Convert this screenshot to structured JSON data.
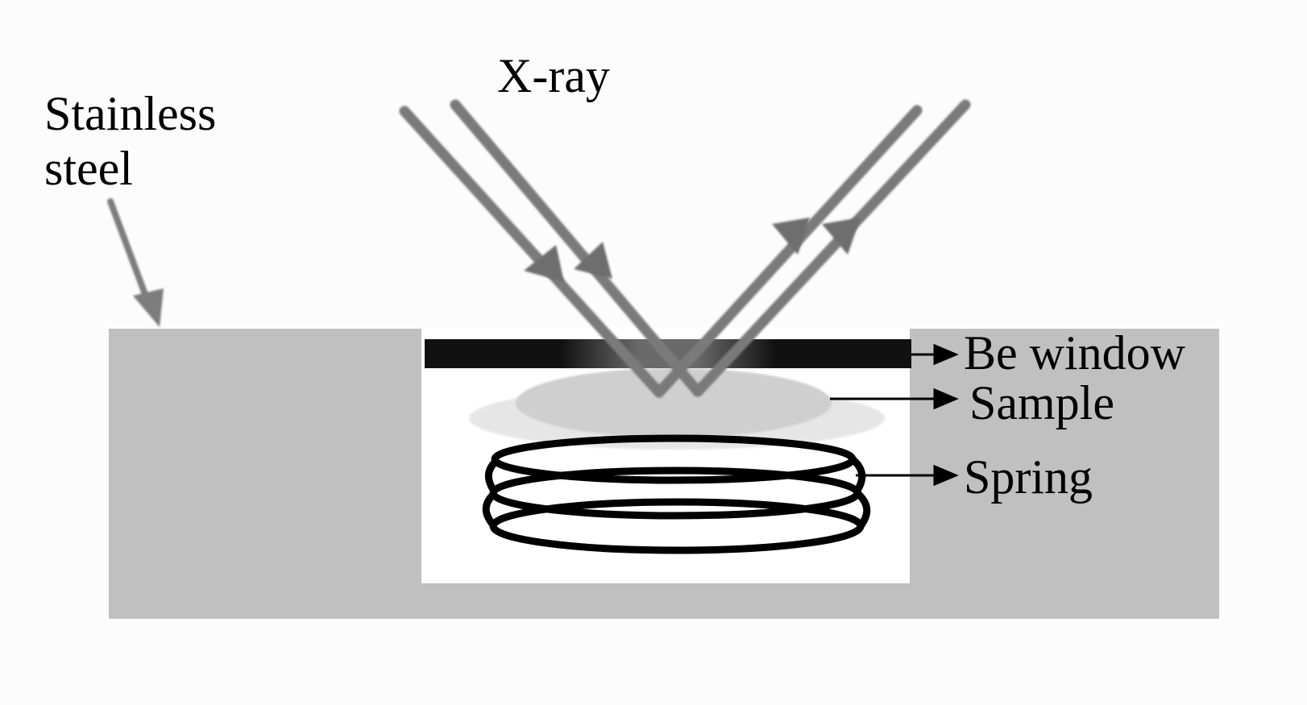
{
  "labels": {
    "xray": "X-ray",
    "stainless_steel_line1": "Stainless",
    "stainless_steel_line2": "steel",
    "be_window": "Be window",
    "sample": "Sample",
    "spring": "Spring"
  },
  "colors": {
    "background": "#fcfcfc",
    "steel": "#c0c0c0",
    "cavity": "#ffffff",
    "be_window": "#111111",
    "sample": "#cfcfcf",
    "sample_outer": "#e6e6e6",
    "spring": "#000000",
    "beam": "#7a7a7a",
    "pointer_arrow": "#7d7d7d",
    "callout_arrow": "#000000"
  }
}
